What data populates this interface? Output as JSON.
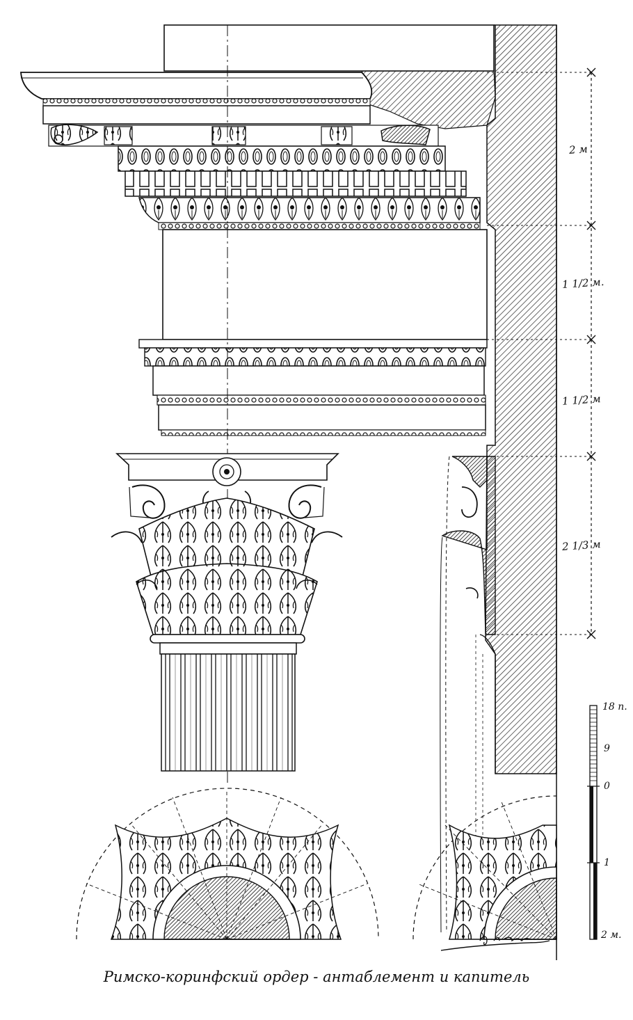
{
  "caption": "Римско-коринфский ордер - антаблемент и капитель",
  "dimensions": {
    "cornice": "2 м",
    "frieze": "1 1/2 м.",
    "architrave": "1 1/2 м",
    "capital": "2 1/3 м"
  },
  "scale_bar": {
    "top": "18 п.",
    "mark_9": "9",
    "mark_0": "0",
    "mark_1": "1",
    "bottom": "2 м."
  }
}
